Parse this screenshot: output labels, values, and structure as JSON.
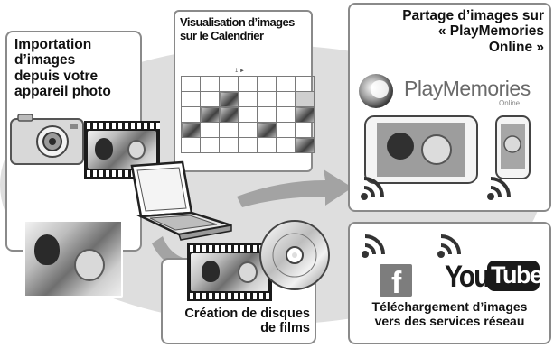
{
  "panels": {
    "import": {
      "lines": [
        "Importation",
        "d’images",
        "depuis votre",
        "appareil photo"
      ]
    },
    "calendar": {
      "lines": [
        "Visualisation d’images",
        "sur le Calendrier"
      ],
      "month_label": "1 ►"
    },
    "share": {
      "lines": [
        "Partage d’images sur",
        "« PlayMemories",
        "Online »"
      ],
      "brand_main": "PlayMemories",
      "brand_sub": "Online"
    },
    "disc": {
      "lines": [
        "Création de disques",
        "de films"
      ]
    },
    "upload": {
      "lines": [
        "Téléchargement d’images",
        "vers des services réseau"
      ],
      "facebook_letter": "f",
      "youtube_left": "You",
      "youtube_right": "Tube"
    }
  },
  "icons": [
    "camera-icon",
    "laptop-icon",
    "disc-icon",
    "tablet-icon",
    "phone-icon",
    "wifi-icon",
    "playmemories-logo",
    "facebook-logo",
    "youtube-logo"
  ],
  "colors": {
    "panel_border": "#8a8a8a",
    "background_shape": "#dedede",
    "arrow": "#9e9e9e",
    "text": "#111111"
  }
}
